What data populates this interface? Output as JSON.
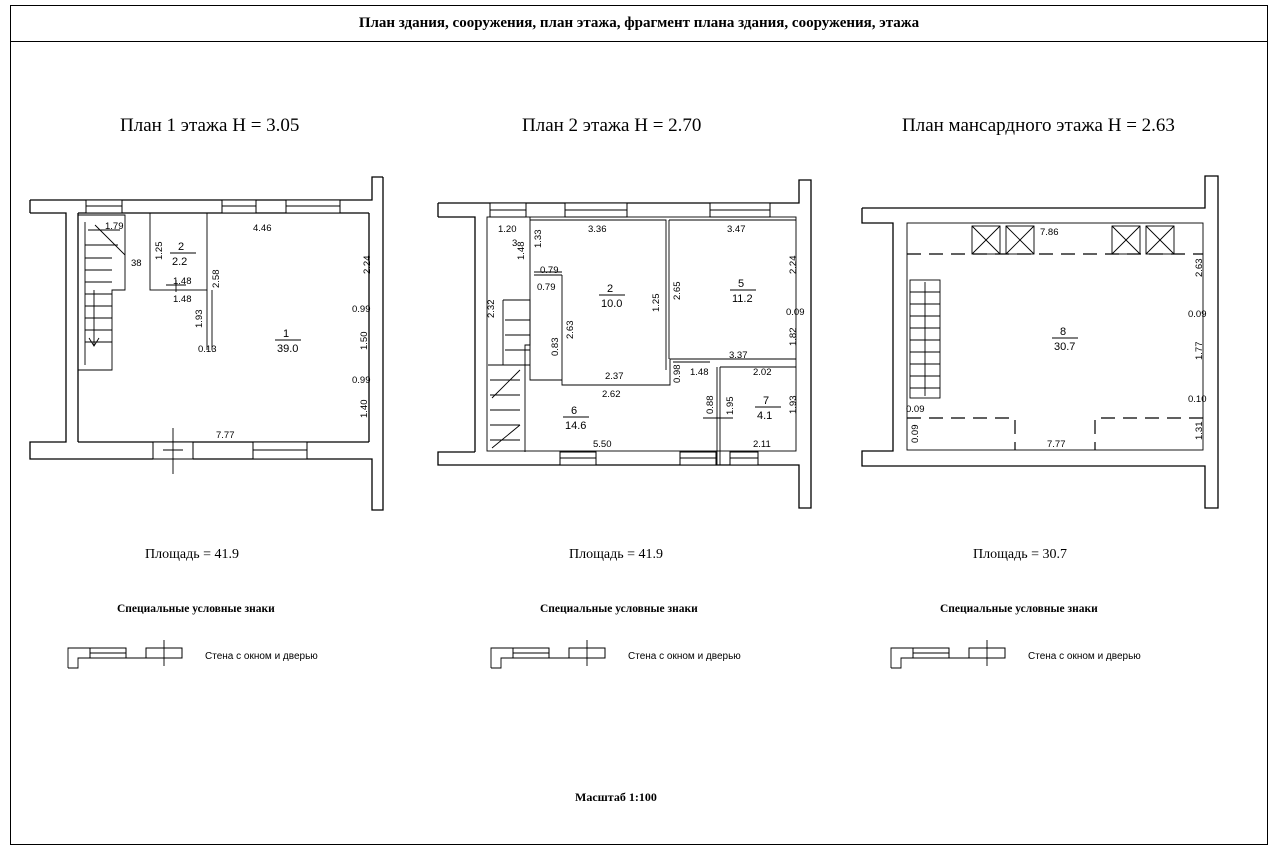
{
  "header": {
    "title": "План здания, сооружения, план этажа, фрагмент плана здания, сооружения, этажа"
  },
  "plans": [
    {
      "title": "План 1  этажа  Н = 3.05",
      "area": "Площадь  = 41.9",
      "rooms": [
        {
          "num": "1",
          "area": "39.0"
        },
        {
          "num": "2",
          "area": "2.2"
        }
      ],
      "dims": [
        "1.79",
        "4.46",
        "1.25",
        "38",
        "2.24",
        "2.58",
        "1.48",
        "1.48",
        "0.99",
        "1.93",
        "1.50",
        "0.13",
        "0.99",
        "1.40",
        "7.77"
      ]
    },
    {
      "title": "План 2  этажа  Н = 2.70",
      "area": "Площадь  = 41.9",
      "rooms": [
        {
          "num": "2",
          "area": "10.0"
        },
        {
          "num": "5",
          "area": "11.2"
        },
        {
          "num": "6",
          "area": "14.6"
        },
        {
          "num": "7",
          "area": "4.1"
        }
      ],
      "dims": [
        "1.20",
        "3",
        "1.48",
        "1.33",
        "3.36",
        "3.47",
        "0.79",
        "0.79",
        "2.24",
        "2.65",
        "1.25",
        "0.09",
        "2.32",
        "0.83",
        "2.63",
        "1.82",
        "3.37",
        "2.37",
        "2.62",
        "0.98",
        "1.48",
        "2.02",
        "0.88",
        "1.95",
        "1.93",
        "5.50",
        "2.11"
      ]
    },
    {
      "title": "План мансардного этажа  Н = 2.63",
      "area": "Площадь  = 30.7",
      "rooms": [
        {
          "num": "8",
          "area": "30.7"
        }
      ],
      "dims": [
        "7.86",
        "2.63",
        "0.09",
        "1.77",
        "0.10",
        "0.09",
        "0.09",
        "1.31",
        "7.77"
      ]
    }
  ],
  "legend": {
    "title": "Специальные условные знаки",
    "text": "Стена с окном и дверью"
  },
  "scale": "Масштаб 1:100"
}
